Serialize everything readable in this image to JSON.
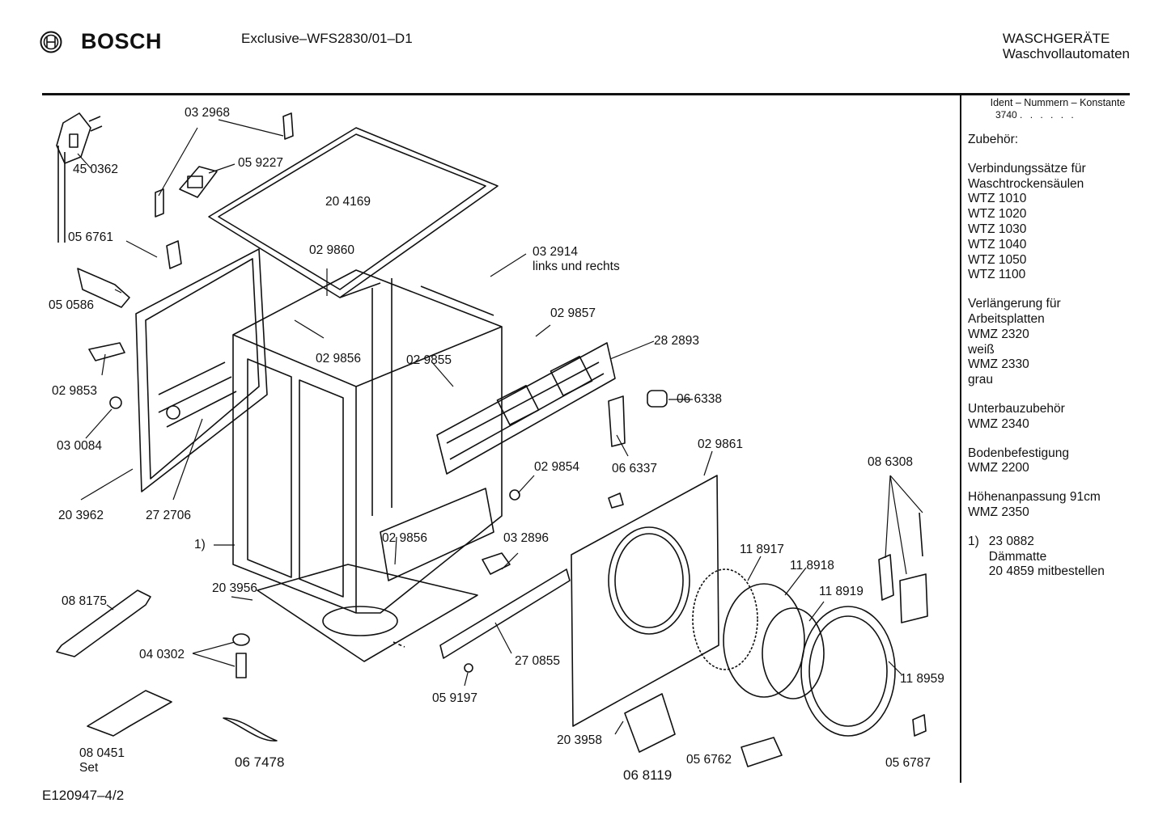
{
  "header": {
    "brand": "BOSCH",
    "model": "Exclusive–WFS2830/01–D1",
    "category": "WASCHGERÄTE",
    "subcategory": "Waschvollautomaten"
  },
  "callouts": {
    "c450362": "45 0362",
    "c032968": "03 2968",
    "c059227": "05 9227",
    "c204169": "20 4169",
    "c056761": "05 6761",
    "c029860": "02 9860",
    "c032914": "03 2914",
    "links_rechts": "links und rechts",
    "c050586": "05 0586",
    "c029857": "02 9857",
    "c029856a": "02 9856",
    "c029855": "02 9855",
    "c282893": "28 2893",
    "c029853": "02 9853",
    "c066338": "06 6338",
    "c030084": "03 0084",
    "c029861": "02 9861",
    "c066337": "06 6337",
    "c029854": "02 9854",
    "c086308": "08 6308",
    "c203962": "20 3962",
    "c272706": "27 2706",
    "one": "1)",
    "c029856b": "02 9856",
    "c032896": "03 2896",
    "c118917": "11 8917",
    "c118918": "11 8918",
    "c118919": "11 8919",
    "c088175": "08 8175",
    "c203956": "20 3956",
    "c040302": "04 0302",
    "c270855": "27 0855",
    "c118959": "11 8959",
    "c059197": "05 9197",
    "c203958": "20 3958",
    "c080451": "08  0451",
    "set": "Set",
    "c067478": "06 7478",
    "c056762": "05 6762",
    "c068119": "06 8119",
    "c056787": "05 6787"
  },
  "side_panel": {
    "ident_header": "Ident – Nummern – Konstante",
    "ident_value": "3740",
    "ident_dots": ". . . . . .",
    "accessories_title": "Zubehör:",
    "groups": [
      {
        "lines": [
          "Verbindungssätze für",
          "Waschtrockensäulen",
          "WTZ 1010",
          "WTZ 1020",
          "WTZ 1030",
          "WTZ 1040",
          "WTZ 1050",
          "WTZ 1100"
        ]
      },
      {
        "lines": [
          "Verlängerung für",
          "Arbeitsplatten",
          "WMZ 2320",
          "weiß",
          "WMZ 2330",
          "grau"
        ]
      },
      {
        "lines": [
          "Unterbauzubehör",
          "WMZ 2340"
        ]
      },
      {
        "lines": [
          "Bodenbefestigung",
          "WMZ 2200"
        ]
      },
      {
        "lines": [
          "Höhenanpassung  91cm",
          "WMZ 2350"
        ]
      }
    ],
    "note_marker": "1)",
    "note_lines": [
      "23 0882",
      "Dämmatte",
      "20 4859 mitbestellen"
    ]
  },
  "footer": {
    "code": "E120947–4/2"
  }
}
